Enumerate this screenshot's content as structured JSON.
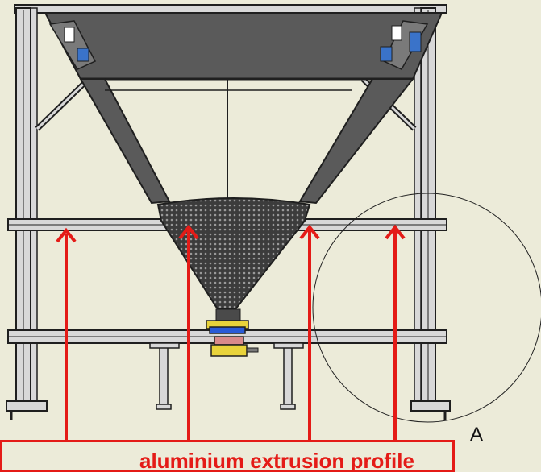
{
  "detail_label": "A",
  "caption_text": "aluminium extrusion profile",
  "colors": {
    "background": "#ecebd9",
    "frame": "#1f1f1f",
    "hopper_fill": "#5a5a5a",
    "hopper_light": "#8c8c8c",
    "arrow": "#e41b17",
    "valve_yellow": "#e8d33b",
    "valve_blue": "#2a5bd7",
    "valve_pink": "#d98a8a",
    "bracket_blue": "#3a73c9"
  },
  "icons": [
    "hopper-drawing",
    "frame-structure",
    "detail-circle",
    "arrow-up-icon"
  ]
}
